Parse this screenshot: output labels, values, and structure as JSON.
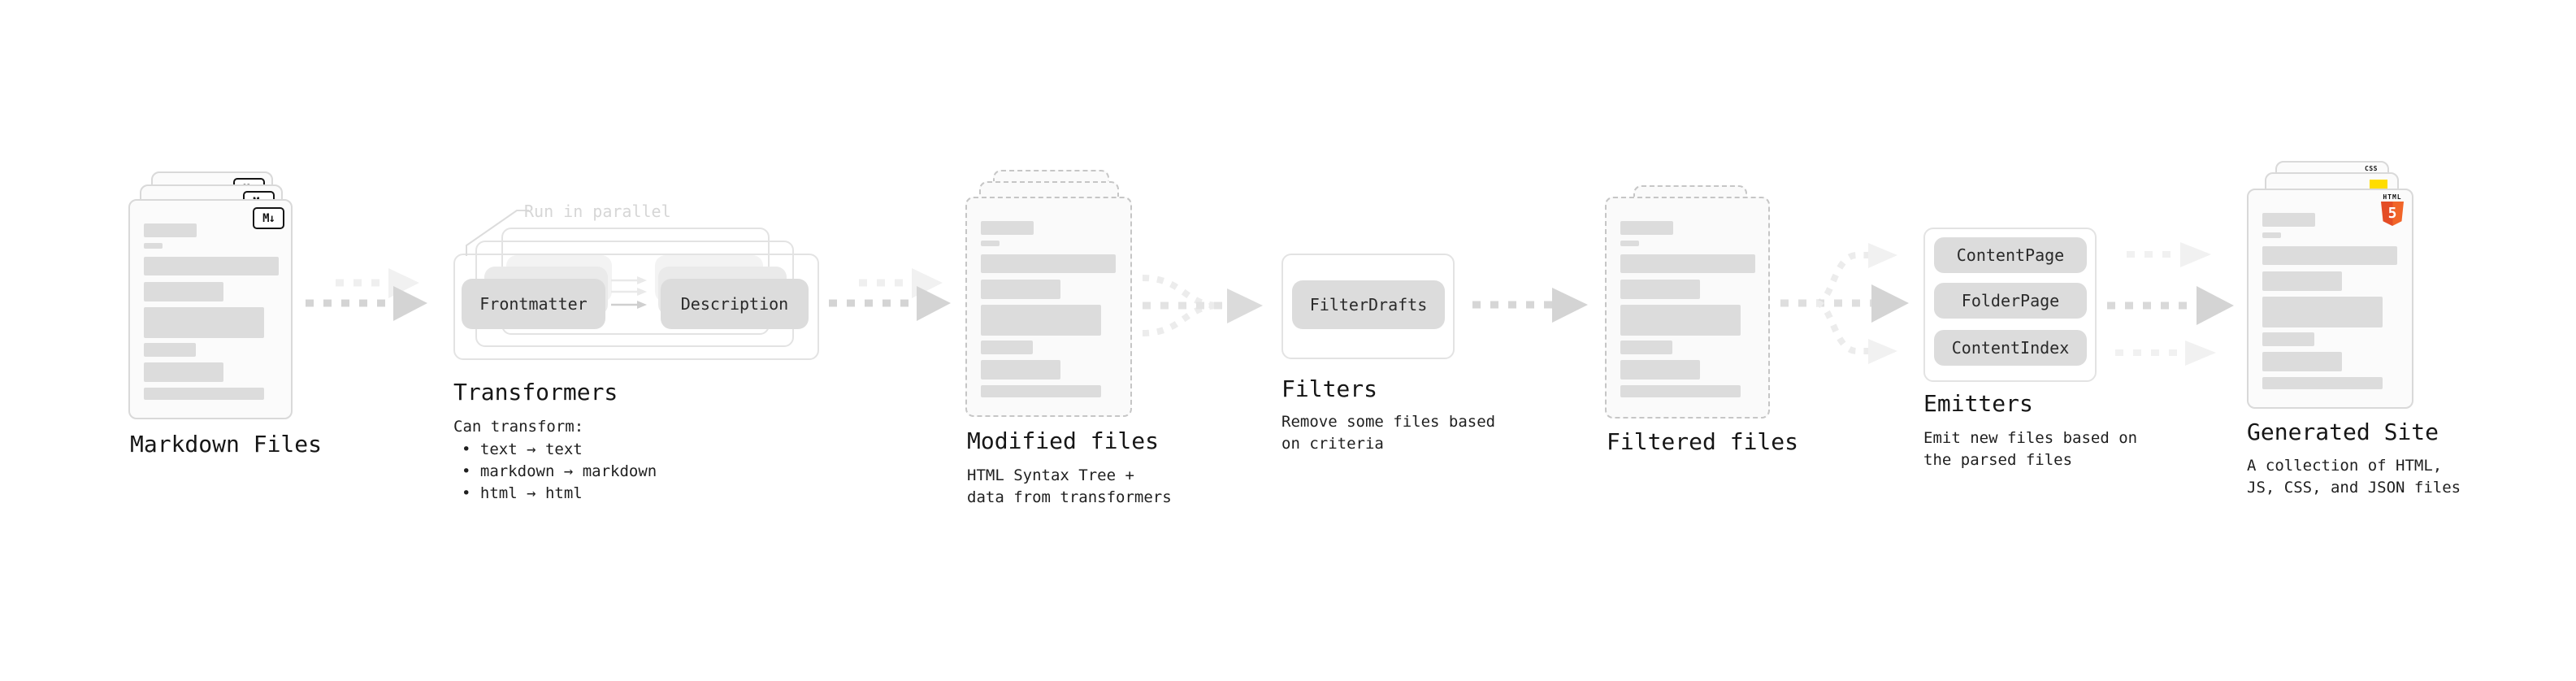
{
  "stages": {
    "markdown": {
      "label": "Markdown Files",
      "badge": "M↓"
    },
    "transformers": {
      "label": "Transformers",
      "parallel_note": "Run in parallel",
      "pill_left": "Frontmatter",
      "pill_right": "Description",
      "note_heading": "Can transform:",
      "bullets": [
        "• text → text",
        "• markdown → markdown",
        "• html → html"
      ]
    },
    "modified": {
      "label": "Modified files",
      "sub1": "HTML Syntax Tree +",
      "sub2": "data from transformers"
    },
    "filters": {
      "label": "Filters",
      "pill": "FilterDrafts",
      "sub1": "Remove some files based",
      "sub2": "on criteria"
    },
    "filtered": {
      "label": "Filtered files"
    },
    "emitters": {
      "label": "Emitters",
      "pills": [
        "ContentPage",
        "FolderPage",
        "ContentIndex"
      ],
      "sub1": "Emit new files based on",
      "sub2": "the parsed files"
    },
    "generated": {
      "label": "Generated Site",
      "sub1": "A collection of HTML,",
      "sub2": "JS, CSS, and JSON files",
      "badge_html": "HTML",
      "badge_html_number": "5",
      "badge_css": "CSS"
    }
  },
  "colors": {
    "html5_orange_dark": "#e44d26",
    "html5_orange_light": "#f16529",
    "js_yellow": "#ffdd00",
    "css_blue": "#2e6bf0",
    "bar_gray": "#dcdcdc",
    "pill_gray": "#dcdcdc",
    "arrow_dark": "#d4d4d4",
    "arrow_ghost": "#efefef",
    "dashed_border": "#c6c6c6",
    "solid_border": "#d9d9d9"
  }
}
